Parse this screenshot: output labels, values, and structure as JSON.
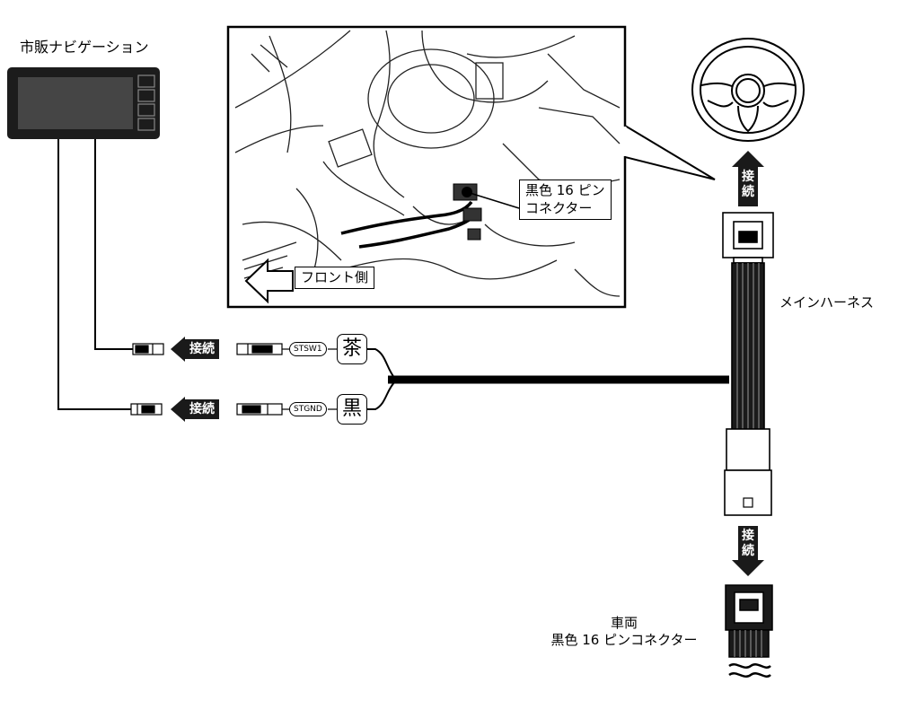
{
  "navigation": {
    "label": "市販ナビゲーション"
  },
  "callout": {
    "connector_label": "黒色 16 ピン\nコネクター",
    "front_label": "フロント側"
  },
  "harness": {
    "label": "メインハーネス"
  },
  "wires": [
    {
      "color_kanji": "茶",
      "signal_tag": "STSW1",
      "connect_label": "接続"
    },
    {
      "color_kanji": "黒",
      "signal_tag": "STGND",
      "connect_label": "接続"
    }
  ],
  "connect_top": "接続",
  "connect_bottom": "接続",
  "vehicle": {
    "label": "車両\n黒色 16 ピンコネクター"
  }
}
